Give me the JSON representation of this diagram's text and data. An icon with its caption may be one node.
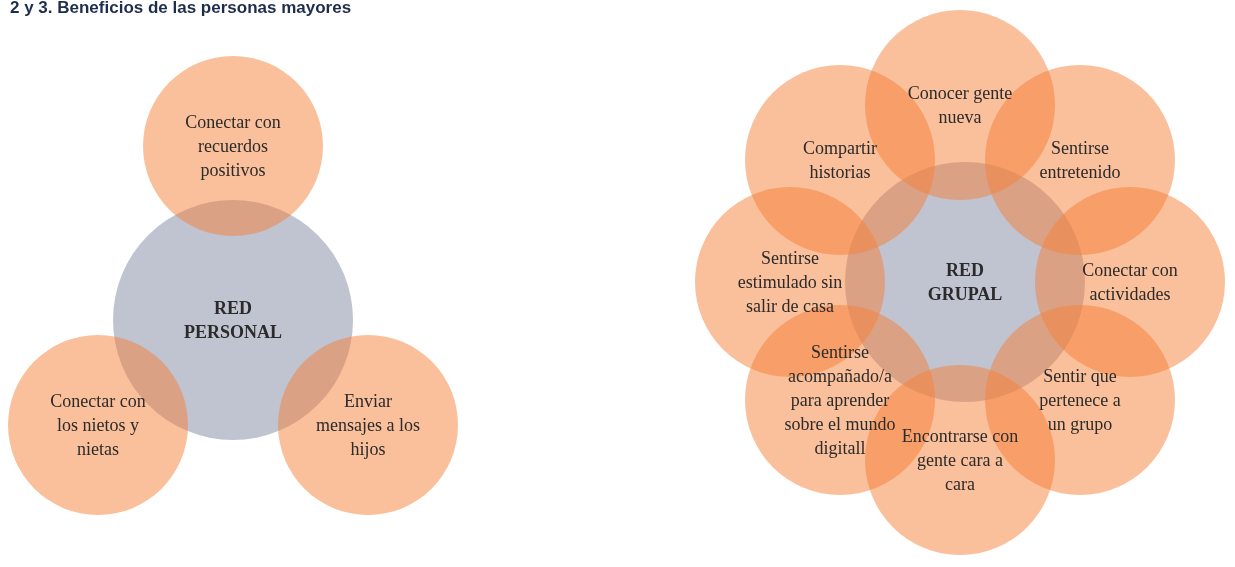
{
  "diagram": {
    "title": "2 y 3. Beneficios de las personas mayores",
    "nodes": [
      {
        "text": [
          "RED PERSONAL"
        ]
      },
      {
        "text": [
          "Conectar con recuerdos positivos"
        ]
      },
      {
        "text": [
          "Conectar con los nietos y nietas"
        ]
      },
      {
        "text": [
          "Enviar mensajes a los hijos"
        ]
      },
      {
        "text": [
          "RED GRUPAL"
        ]
      },
      {
        "text": [
          "Conocer gente nueva"
        ]
      },
      {
        "text": [
          "Compartir historias"
        ]
      },
      {
        "text": [
          "Sentirse entretenido"
        ]
      },
      {
        "text": [
          "Sentirse estimulado sin salir de casa"
        ]
      },
      {
        "text": [
          "Conectar con actividades"
        ]
      },
      {
        "text": [
          "Sentirse acompañado/a para aprender sobre el mundo digitall"
        ]
      },
      {
        "text": [
          "Sentir que pertenece a un grupo"
        ]
      },
      {
        "text": [
          "Encontrarse con gente cara a cara"
        ]
      }
    ],
    "edges": []
  }
}
